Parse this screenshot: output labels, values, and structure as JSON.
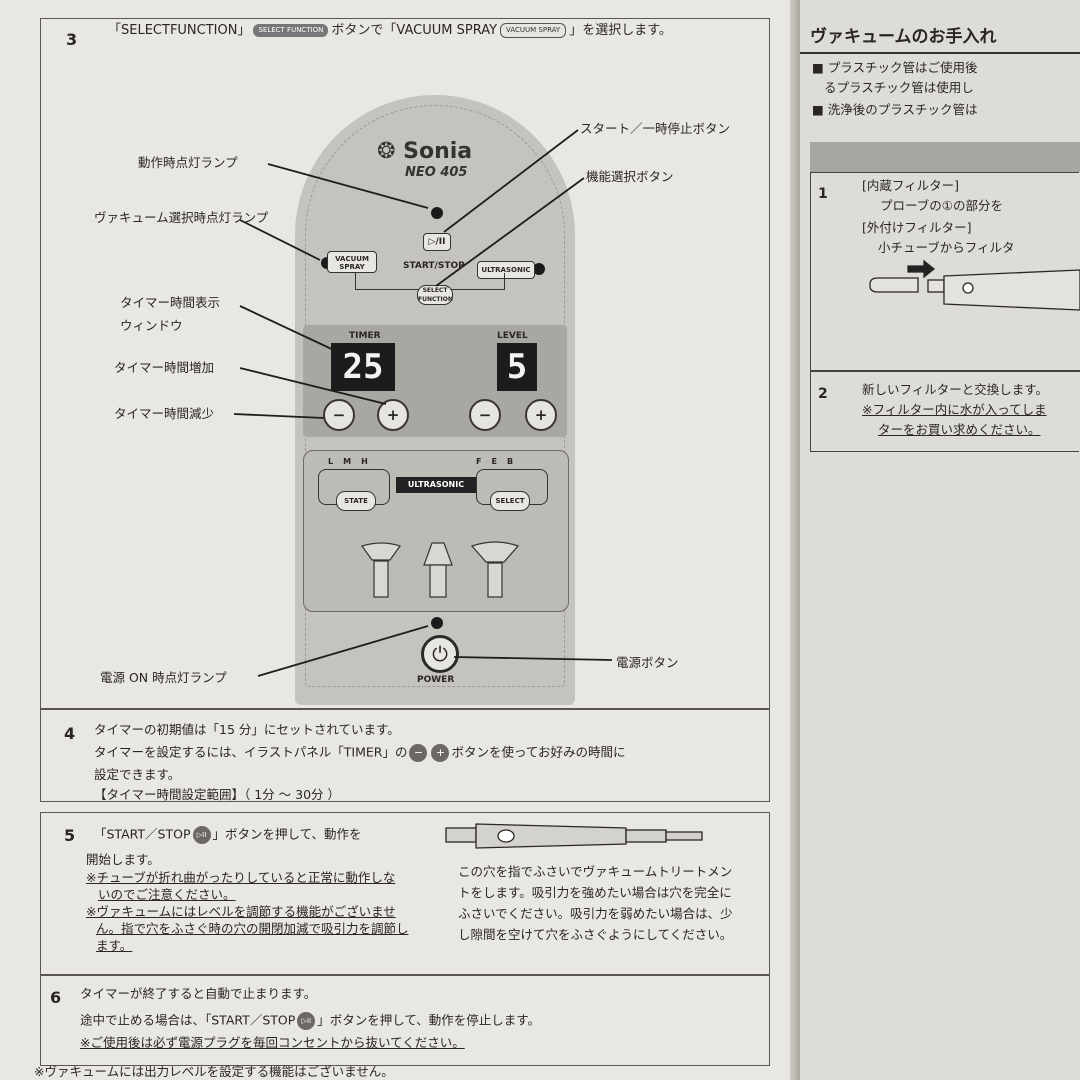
{
  "step3": {
    "num": "3",
    "text_a": "「SELECTFUNCTION」",
    "chip_select": "SELECT FUNCTION",
    "text_b": "ボタンで「VACUUM SPRAY",
    "chip_vacuum": "VACUUM SPRAY",
    "text_c": "」を選択します。"
  },
  "device": {
    "brand": "Sonia",
    "model": "NEO 405",
    "start_stop_label": "START/STOP",
    "vacuum_spray_button": "VACUUM SPRAY",
    "ultrasonic_button": "ULTRASONIC",
    "select_function_button": "SELECT FUNCTION",
    "timer_label": "TIMER",
    "timer_value": "25",
    "level_label": "LEVEL",
    "level_value": "5",
    "ultrasonic_band": "ULTRASONIC",
    "state_button": "STATE",
    "select_button": "SELECT",
    "left_indicators": [
      "L",
      "M",
      "H"
    ],
    "right_indicators": [
      "F",
      "E",
      "B"
    ],
    "power_label": "POWER"
  },
  "callouts": {
    "operation_lamp": "動作時点灯ランプ",
    "start_pause_button": "スタート／一時停止ボタン",
    "function_select_button": "機能選択ボタン",
    "vacuum_select_lamp": "ヴァキューム選択時点灯ランプ",
    "timer_window_1": "タイマー時間表示",
    "timer_window_2": "ウィンドウ",
    "timer_increase": "タイマー時間増加",
    "timer_decrease": "タイマー時間減少",
    "power_on_lamp": "電源 ON 時点灯ランプ",
    "power_button": "電源ボタン"
  },
  "step4": {
    "num": "4",
    "line1": "タイマーの初期値は「15 分」にセットされています。",
    "line2a": "タイマーを設定するには、イラストパネル「TIMER」の",
    "line2b": "ボタンを使ってお好みの時間に",
    "line3": "設定できます。",
    "line4": "【タイマー時間設定範囲】（ 1分 ～ 30分 ）"
  },
  "step5": {
    "num": "5",
    "line1a": "「START／STOP",
    "line1b": "」ボタンを押して、動作を",
    "line2": "開始します。",
    "warn1a": "※チューブが折れ曲がったりしていると正常に動作しな",
    "warn1b": "いのでご注意ください。",
    "warn2a": "※ヴァキュームにはレベルを調節する機能がございませ",
    "warn2b": "ん。指で穴をふさぐ時の穴の開閉加減で吸引力を調節し",
    "warn2c": "ます。",
    "probe1": "この穴を指でふさいでヴァキュームトリートメン",
    "probe2": "トをします。吸引力を強めたい場合は穴を完全に",
    "probe3": "ふさいでください。吸引力を弱めたい場合は、少",
    "probe4": "し隙間を空けて穴をふさぐようにしてください。"
  },
  "step6": {
    "num": "6",
    "line1": "タイマーが終了すると自動で止まります。",
    "line2a": "途中で止める場合は、「START／STOP",
    "line2b": "」ボタンを押して、動作を停止します。",
    "warn": "※ご使用後は必ず電源プラグを毎回コンセントから抜いてください。"
  },
  "footer": "※ヴァキュームには出力レベルを設定する機能はございません。",
  "right_page": {
    "title": "ヴァキュームのお手入れ",
    "bullet1a": "プラスチック管はご使用後",
    "bullet1b": "るプラスチック管は使用し",
    "bullet2": "洗浄後のプラスチック管は",
    "step1_num": "1",
    "step1a": "[内蔵フィルター]",
    "step1b": "プローブの①の部分を",
    "step1c": "[外付けフィルター]",
    "step1d": "小チューブからフィルタ",
    "step2_num": "2",
    "step2a": "新しいフィルターと交換します。",
    "step2b": "※フィルター内に水が入ってしま",
    "step2c": "ターをお買い求めください。"
  }
}
